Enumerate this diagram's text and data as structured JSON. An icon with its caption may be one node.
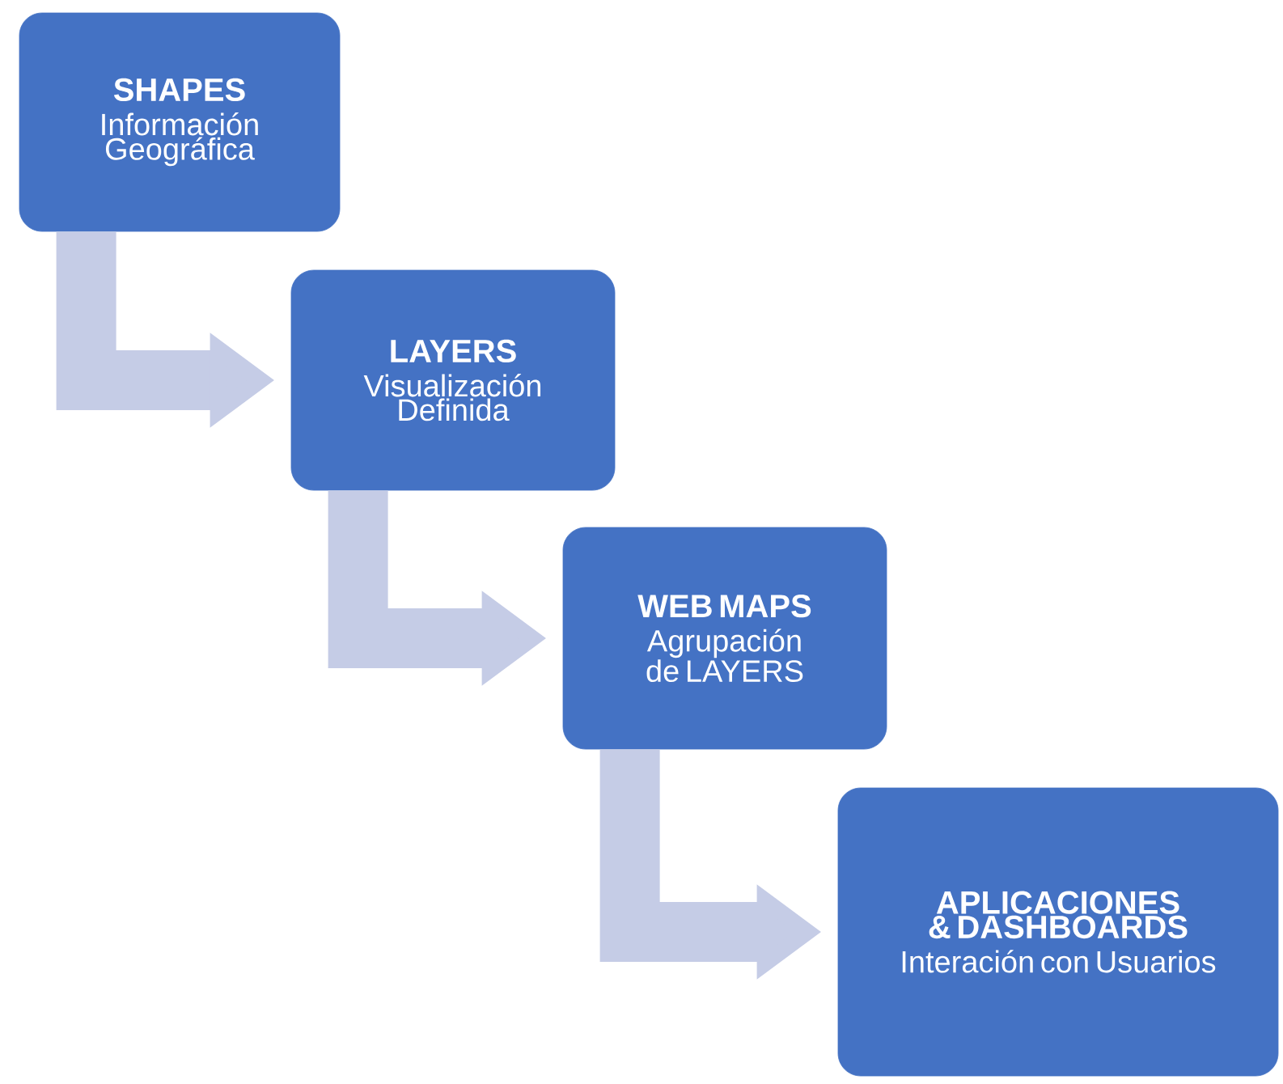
{
  "diagram": {
    "nodes": [
      {
        "text": [
          "SHAPES",
          "Información Geográfica"
        ]
      },
      {
        "text": [
          "LAYERS",
          "Visualización Definida"
        ]
      },
      {
        "text": [
          "WEB MAPS",
          "Agrupación de LAYERS"
        ]
      },
      {
        "text": [
          "APLICACIONES & DASHBOARDS",
          "Interación con Usuarios"
        ]
      }
    ],
    "edges": [
      {
        "from": 0,
        "to": 1,
        "arrow": "to"
      },
      {
        "from": 1,
        "to": 2,
        "arrow": "to"
      },
      {
        "from": 2,
        "to": 3,
        "arrow": "to"
      }
    ]
  }
}
